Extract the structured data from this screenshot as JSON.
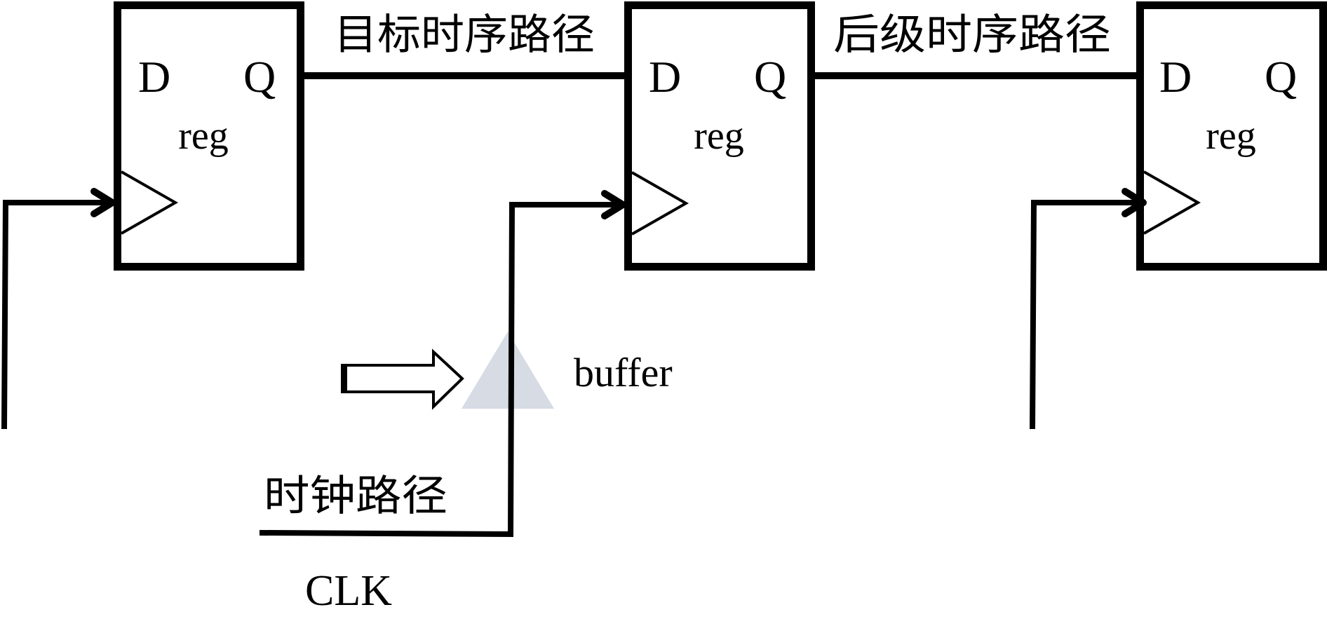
{
  "diagram": {
    "type": "timing-path-schematic",
    "colors": {
      "line": "#000000",
      "background": "#ffffff",
      "buffer_fill": "#d6dbe4"
    },
    "registers": [
      {
        "id": "reg1",
        "name": "reg",
        "d_label": "D",
        "q_label": "Q"
      },
      {
        "id": "reg2",
        "name": "reg",
        "d_label": "D",
        "q_label": "Q"
      },
      {
        "id": "reg3",
        "name": "reg",
        "d_label": "D",
        "q_label": "Q"
      }
    ],
    "labels": {
      "target_path": "目标时序路径",
      "next_stage_path": "后级时序路径",
      "clock_path": "时钟路径",
      "buffer": "buffer",
      "clk": "CLK"
    },
    "connections": [
      {
        "from": "reg1.Q",
        "to": "reg2.D",
        "label": "目标时序路径"
      },
      {
        "from": "reg2.Q",
        "to": "reg3.D",
        "label": "后级时序路径"
      },
      {
        "from": "CLK",
        "to": "reg2.clk",
        "via": "buffer",
        "label": "时钟路径"
      },
      {
        "from": "clock-in-left",
        "to": "reg1.clk"
      },
      {
        "from": "clock-in-right",
        "to": "reg3.clk"
      }
    ]
  }
}
